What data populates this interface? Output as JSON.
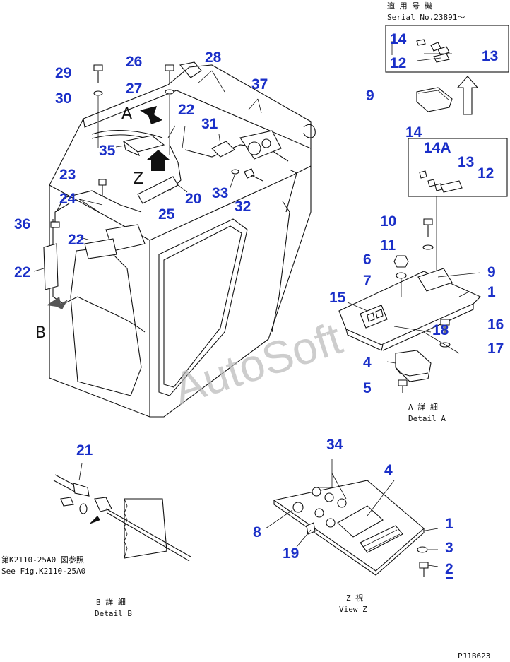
{
  "serial_note": {
    "jp": "適 用 号 機",
    "en": "Serial No.23891〜"
  },
  "view_letters": {
    "a": "A",
    "z": "Z",
    "b": "B"
  },
  "callouts": {
    "c29": "29",
    "c30": "30",
    "c26": "26",
    "c27": "27",
    "c28": "28",
    "c37": "37",
    "c22a": "22",
    "c31": "31",
    "c35": "35",
    "c23": "23",
    "c24": "24",
    "c20": "20",
    "c25": "25",
    "c33": "33",
    "c32": "32",
    "c36": "36",
    "c22b": "22",
    "c22c": "22",
    "s14": "14",
    "s13": "13",
    "s12": "12",
    "d9": "9",
    "d14": "14",
    "d14a": "14A",
    "d13": "13",
    "d12": "12",
    "d10": "10",
    "d11": "11",
    "d6": "6",
    "d7": "7",
    "d9b": "9",
    "d1": "1",
    "d15": "15",
    "d18": "18",
    "d16": "16",
    "d17": "17",
    "d4": "4",
    "d5": "5",
    "b21": "21",
    "z34": "34",
    "z4": "4",
    "z1": "1",
    "z8": "8",
    "z3": "3",
    "z19": "19",
    "z2": "2"
  },
  "captions": {
    "detail_a_jp": "A 詳 細",
    "detail_a_en": "Detail A",
    "ref_jp": "第K2110-25A0 図参照",
    "ref_en": "See Fig.K2110-25A0",
    "detail_b_jp": "B 詳 細",
    "detail_b_en": "Detail B",
    "view_z_jp": "Z 視",
    "view_z_en": "View Z",
    "drawing_code": "PJ1B623"
  },
  "watermark": "AutoSoft"
}
